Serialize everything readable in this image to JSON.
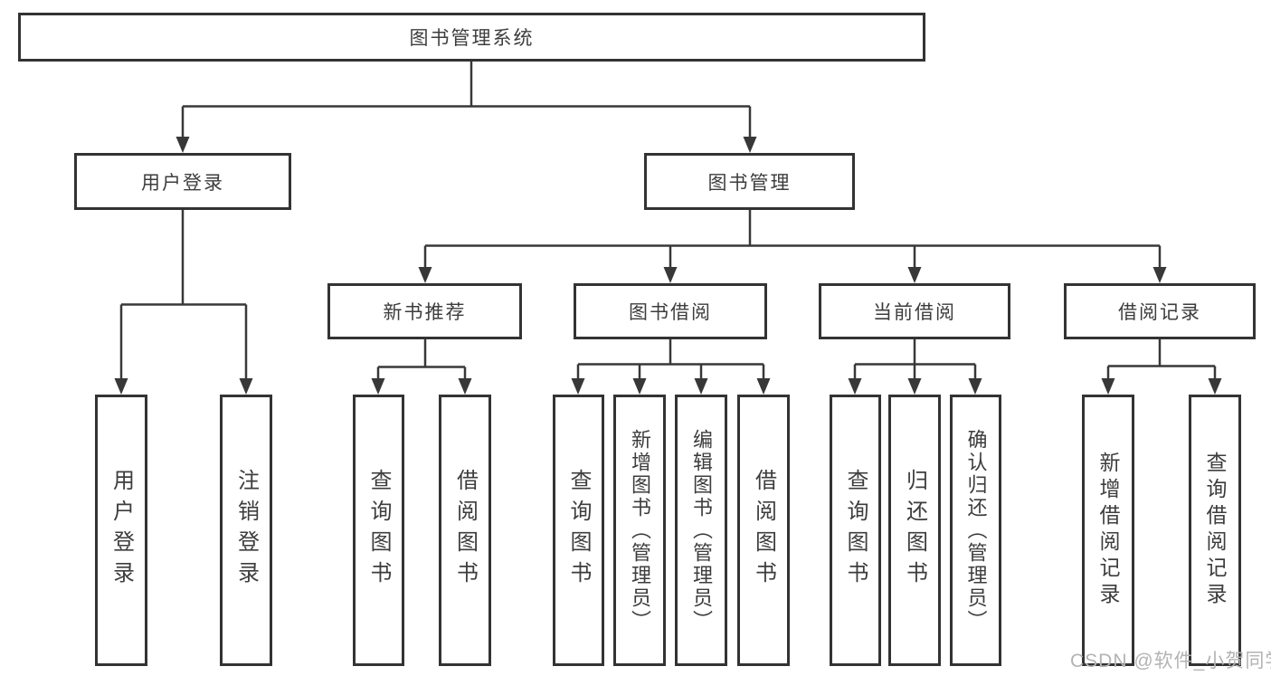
{
  "diagram": {
    "type": "hierarchy-tree",
    "title": "图书管理系统",
    "watermark": "CSDN @软件_小贺同学",
    "colors": {
      "background": "#ffffff",
      "box_fill": "#ffffff",
      "box_border": "#333333",
      "line": "#383838",
      "text": "#3d3d3d",
      "watermark": "#b3b3b3"
    }
  },
  "nodes": {
    "root": "图书管理系统",
    "user_login": "用户登录",
    "book_mgmt": "图书管理",
    "new_books": "新书推荐",
    "book_borrow": "图书借阅",
    "current_borrow": "当前借阅",
    "borrow_records": "借阅记录",
    "leaf_user_login": "用户登录",
    "leaf_logout": "注销登录",
    "leaf_nb_query": "查询图书",
    "leaf_nb_borrow": "借阅图书",
    "leaf_bb_query": "查询图书",
    "leaf_bb_add": "新增图书（管理员）",
    "leaf_bb_edit": "编辑图书（管理员）",
    "leaf_bb_borrow": "借阅图书",
    "leaf_cb_query": "查询图书",
    "leaf_cb_return": "归还图书",
    "leaf_cb_confirm": "确认归还（管理员）",
    "leaf_br_add": "新增借阅记录",
    "leaf_br_query": "查询借阅记录"
  },
  "hierarchy": {
    "图书管理系统": {
      "用户登录": [
        "用户登录",
        "注销登录"
      ],
      "图书管理": {
        "新书推荐": [
          "查询图书",
          "借阅图书"
        ],
        "图书借阅": [
          "查询图书",
          "新增图书（管理员）",
          "编辑图书（管理员）",
          "借阅图书"
        ],
        "当前借阅": [
          "查询图书",
          "归还图书",
          "确认归还（管理员）"
        ],
        "借阅记录": [
          "新增借阅记录",
          "查询借阅记录"
        ]
      }
    }
  }
}
